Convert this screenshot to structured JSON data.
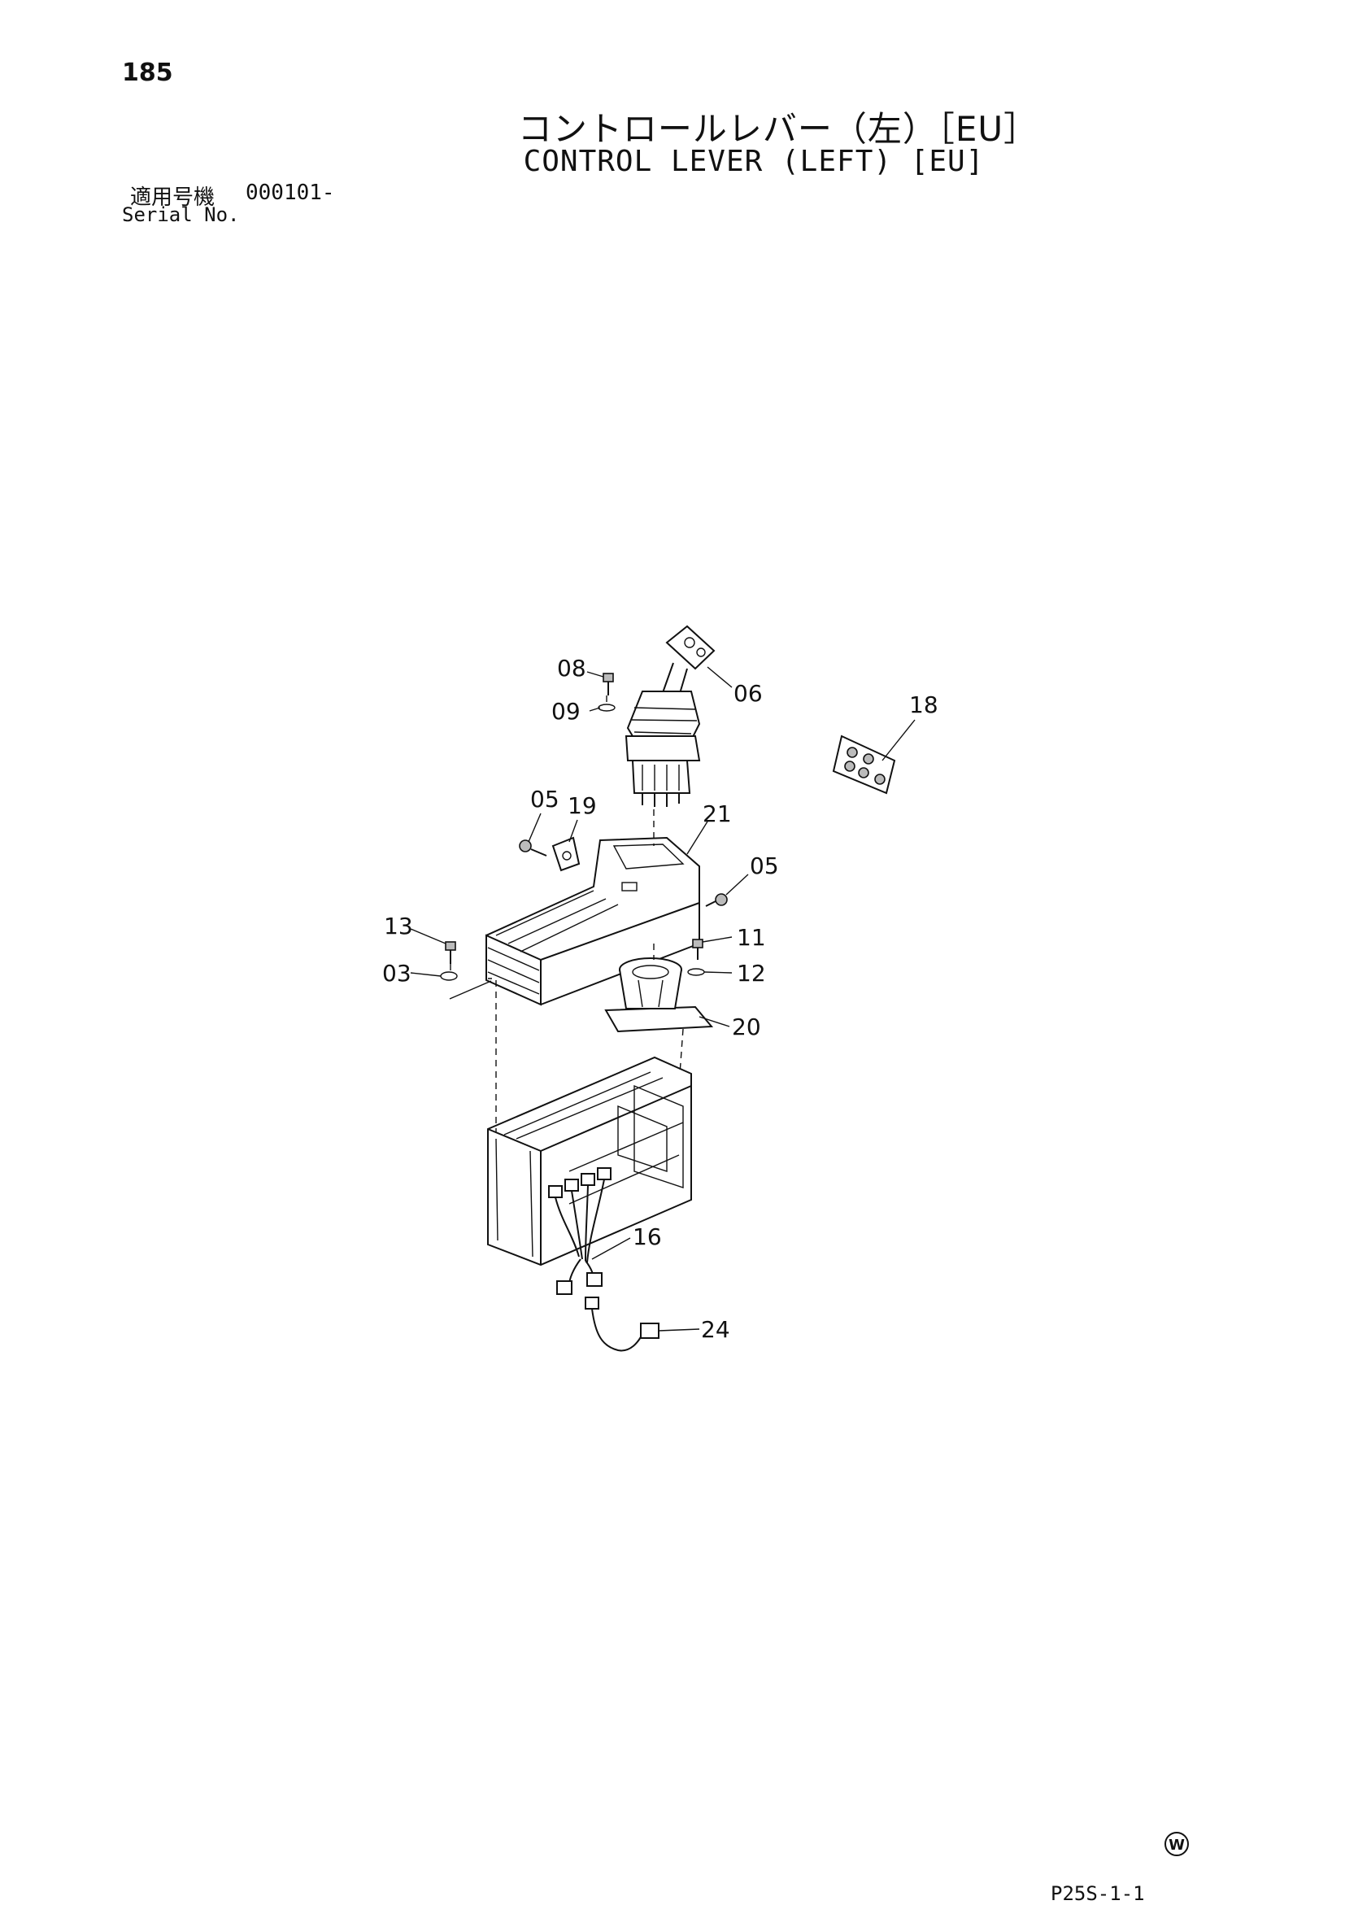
{
  "page_number": "185",
  "title_jp": "コントロールレバー（左）［EU］",
  "title_en": "CONTROL LEVER (LEFT) [EU]",
  "serial": {
    "label_jp": "適用号機",
    "label_en": "Serial No.",
    "value": "000101-"
  },
  "doc_code": "P25S-1-1",
  "mark": "W",
  "callouts": {
    "c08": "08",
    "c06": "06",
    "c09": "09",
    "c18": "18",
    "c05a": "05",
    "c19": "19",
    "c21": "21",
    "c05b": "05",
    "c13": "13",
    "c11": "11",
    "c03": "03",
    "c12": "12",
    "c20": "20",
    "c16": "16",
    "c24": "24"
  }
}
